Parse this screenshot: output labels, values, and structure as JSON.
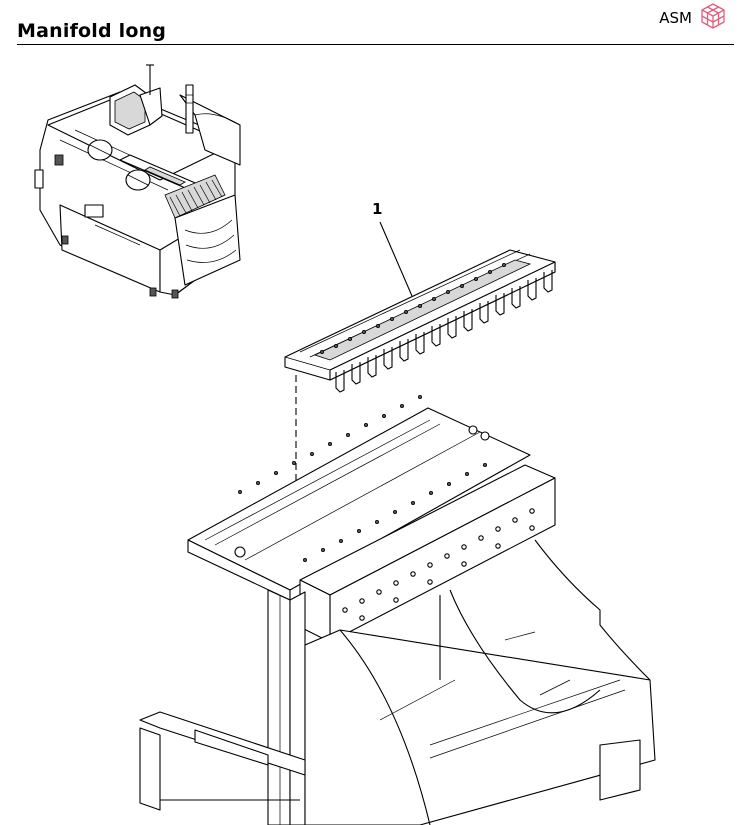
{
  "header": {
    "title": "Manifold long",
    "brand": "ASM",
    "brand_color": "#e0607e",
    "logo_icon": "cube-logo-icon"
  },
  "diagram": {
    "callouts": [
      {
        "label": "1"
      }
    ]
  }
}
